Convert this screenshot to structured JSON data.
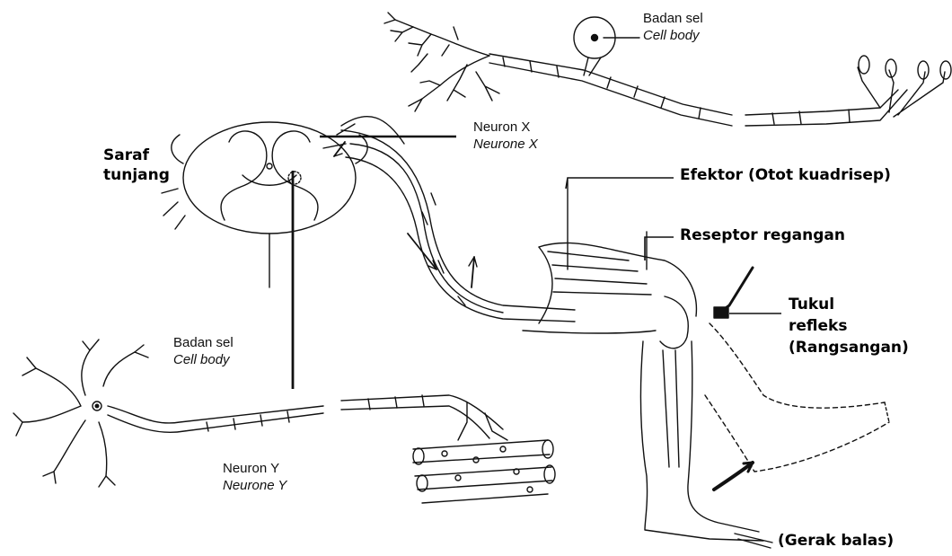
{
  "labels": {
    "cell_body_top": {
      "ms": "Badan sel",
      "en": "Cell body"
    },
    "neuron_x": {
      "ms": "Neuron X",
      "en": "Neurone X"
    },
    "spinal_cord": {
      "line1": "Saraf",
      "line2": "tunjang"
    },
    "effector": "Efektor (Otot kuadrisep)",
    "stretch_receptor": "Reseptor regangan",
    "reflex_hammer": {
      "line1": "Tukul",
      "line2": "refleks",
      "line3": "(Rangsangan)"
    },
    "cell_body_left": {
      "ms": "Badan sel",
      "en": "Cell body"
    },
    "neuron_y": {
      "ms": "Neuron Y",
      "en": "Neurone Y"
    },
    "response": "(Gerak balas)"
  },
  "colors": {
    "ink": "#111111",
    "background": "#ffffff"
  }
}
